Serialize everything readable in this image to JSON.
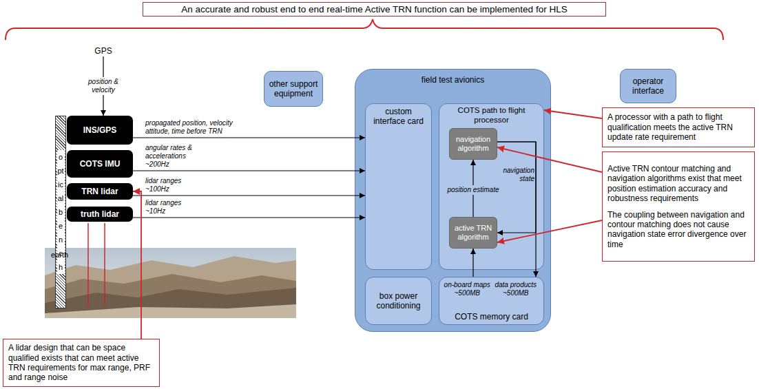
{
  "diagram": {
    "nodes": [
      {
        "text": [
          "An accurate and robust end to end real-time Active TRN function can be implemented for HLS"
        ]
      },
      {
        "text": [
          "GPS"
        ]
      },
      {
        "text": [
          "optical bench"
        ]
      },
      {
        "text": [
          "INS/GPS"
        ]
      },
      {
        "text": [
          "COTS IMU"
        ]
      },
      {
        "text": [
          "TRN lidar"
        ]
      },
      {
        "text": [
          "truth lidar"
        ]
      },
      {
        "text": [
          "other support equipment"
        ]
      },
      {
        "text": [
          "field test avionics"
        ]
      },
      {
        "text": [
          "custom interface card"
        ],
        "in": 8
      },
      {
        "text": [
          "COTS path to flight processor"
        ],
        "in": 8
      },
      {
        "text": [
          "navigation algorithm"
        ],
        "in": 10
      },
      {
        "text": [
          "active TRN algorithm"
        ],
        "in": 10
      },
      {
        "text": [
          "box power conditioning"
        ],
        "in": 8
      },
      {
        "text": [
          "on-board maps ~500MB",
          "data products ~500MB",
          "COTS memory card"
        ],
        "in": 8
      },
      {
        "text": [
          "operator interface"
        ]
      },
      {
        "text": [
          "A processor with a path to flight qualification meets the active TRN update rate requirement"
        ]
      },
      {
        "text": [
          "Active TRN contour matching and navigation algorithms exist that meet position estimation accuracy and robustness requirements",
          "The coupling between navigation and contour matching does not cause navigation state error divergence over time"
        ]
      },
      {
        "text": [
          "A lidar design that can be space qualified exists that can meet active TRN requirements for max range, PRF and range noise"
        ]
      }
    ],
    "edges": [
      {
        "from": 1,
        "to": 3,
        "arrow": "to",
        "label": "position & velocity"
      },
      {
        "from": 3,
        "to": 9,
        "arrow": "to",
        "label": "propagated position, velocity attitude, time before TRN"
      },
      {
        "from": 4,
        "to": 9,
        "arrow": "to",
        "label": "angular rates & accelerations ~200Hz"
      },
      {
        "from": 5,
        "to": 9,
        "arrow": "to",
        "label": "lidar ranges ~100Hz"
      },
      {
        "from": 6,
        "to": 9,
        "arrow": "to",
        "label": "lidar ranges ~10Hz"
      },
      {
        "from": 12,
        "to": 11,
        "arrow": "to",
        "label": "position estimate"
      },
      {
        "from": 11,
        "to": 12,
        "arrow": "to",
        "label": "navigation state"
      },
      {
        "from": 11,
        "to": 14,
        "arrow": "to"
      },
      {
        "from": 14,
        "to": 12,
        "arrow": "to"
      },
      {
        "from": 16,
        "to": 10,
        "arrow": "to"
      },
      {
        "from": 17,
        "to": 11,
        "arrow": "to"
      },
      {
        "from": 17,
        "to": 12,
        "arrow": "to"
      },
      {
        "from": 18,
        "to": 5,
        "arrow": "to"
      }
    ],
    "labels": [
      "earth"
    ]
  }
}
